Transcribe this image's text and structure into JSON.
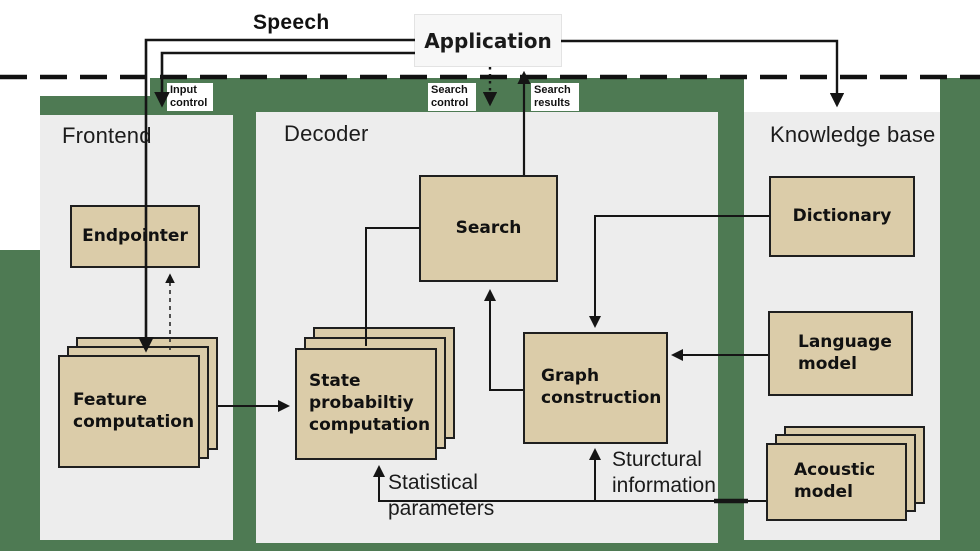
{
  "application": {
    "label": "Application"
  },
  "labels": {
    "speech": "Speech",
    "input_control": "Input control",
    "search_control": "Search control",
    "search_results": "Search results",
    "statistical_parameters": "Statistical parameters",
    "structural_information": "Sturctural information"
  },
  "sections": {
    "frontend": {
      "title": "Frontend",
      "endpointer": "Endpointer",
      "feature_computation": "Feature computation"
    },
    "decoder": {
      "title": "Decoder",
      "search": "Search",
      "state_probability_computation": "State probabiltiy computation",
      "graph_construction": "Graph construction"
    },
    "knowledge_base": {
      "title": "Knowledge base",
      "dictionary": "Dictionary",
      "language_model": "Language model",
      "acoustic_model": "Acoustic model"
    }
  },
  "colors": {
    "background_green": "#4e7a53",
    "panel_gray": "#ededed",
    "box_tan": "#dbcca9",
    "box_border": "#1f1f1f",
    "line_black": "#151515",
    "top_band_white": "#ffffff"
  }
}
